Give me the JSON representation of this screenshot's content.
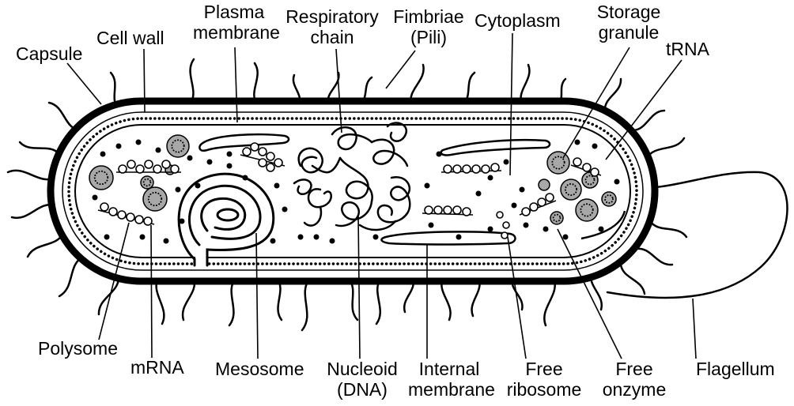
{
  "labels": {
    "capsule": "Capsule",
    "cell_wall": "Cell wall",
    "plasma_membrane": [
      "Plasma",
      "membrane"
    ],
    "respiratory_chain": [
      "Respiratory",
      "chain"
    ],
    "fimbriae": [
      "Fimbriae",
      "(Pili)"
    ],
    "cytoplasm": "Cytoplasm",
    "storage_granule": [
      "Storage",
      "granule"
    ],
    "trna": "tRNA",
    "polysome": "Polysome",
    "mrna": "mRNA",
    "mesosome": "Mesosome",
    "nucleoid": [
      "Nucleoid",
      "(DNA)"
    ],
    "internal_membrane": [
      "Internal",
      "membrane"
    ],
    "free_ribosome": [
      "Free",
      "ribosome"
    ],
    "free_enzyme": [
      "Free",
      "onzyme"
    ],
    "flagellum": "Flagellum"
  },
  "colors": {
    "ink": "#000000",
    "background": "#ffffff"
  }
}
